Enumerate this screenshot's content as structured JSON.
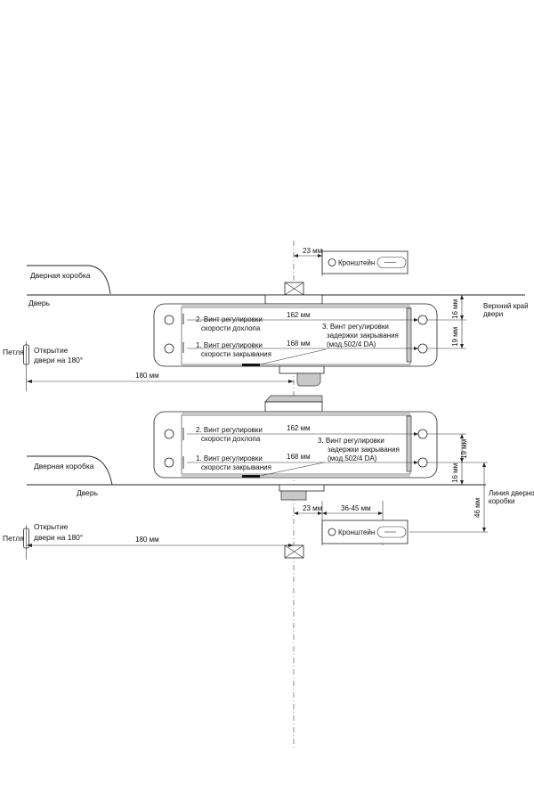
{
  "labels": {
    "door_frame": "Дверная коробка",
    "door": "Дверь",
    "hinge": "Петля",
    "opening_line1": "Открытие",
    "opening_line2": "двери на 180°",
    "bracket": "Кронштейн",
    "upper_edge_line1": "Верхний край",
    "upper_edge_line2": "двери",
    "frame_line_line1": "Линия дверной",
    "frame_line_line2": "коробки",
    "screw2_line1": "2. Винт регулировки",
    "screw2_line2": "скорости дохлопа",
    "screw1_line1": "1. Винт регулировки",
    "screw1_line2": "скорости закрывания",
    "screw3_line1": "3. Винт регулировки",
    "screw3_line2": "задержки закрывания",
    "screw3_line3": "(мод.502/4 DA)"
  },
  "dimensions": {
    "d23": "23 мм",
    "d162": "162 мм",
    "d168": "168 мм",
    "d180": "180 мм",
    "d16": "16 мм",
    "d19": "19 мм",
    "d46": "46 мм",
    "d3645": "36-45 мм"
  }
}
